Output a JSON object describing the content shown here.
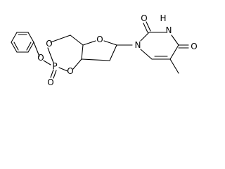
{
  "molecule": {
    "labels": {
      "ring_o_cyclic_phosphate_left": "O",
      "phenoxy_o": "O",
      "phosphorus": "P",
      "ring_o_cyclic_phosphate_right": "O",
      "phosphoryl_o": "O",
      "furanose_o": "O",
      "n1": "N",
      "c2_carbonyl_o": "O",
      "n3_h": "H",
      "n3": "N",
      "c4_carbonyl_o": "O"
    }
  }
}
